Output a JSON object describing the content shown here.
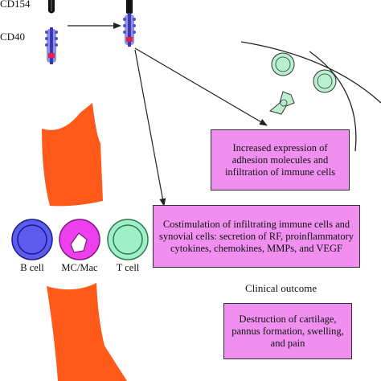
{
  "receptors": {
    "cd154_label": "CD154",
    "cd40_label": "CD40"
  },
  "boxes": {
    "adhesion": "Increased expression of adhesion molecules and infiltration of immune cells",
    "costimulation": "Costimulation of infiltrating immune cells and synovial cells: secretion of RF, proinflammatory cytokines, chemokines, MMPs, and VEGF",
    "outcome": "Destruction of cartilage, pannus formation, swelling, and pain"
  },
  "outcome_heading": "Clinical outcome",
  "cells": [
    {
      "label": "B cell",
      "fill": "#5b5bf0",
      "ring": "#1a1a8c"
    },
    {
      "label": "MC/Mac",
      "fill": "#ee3fee",
      "ring": "#7a1a7a"
    },
    {
      "label": "T cell",
      "fill": "#9ff0c8",
      "ring": "#2d7a52"
    }
  ],
  "colors": {
    "box_fill": "#f08ff0",
    "bone": "#ff5a1a",
    "vessel_cell": "#b8f0d0"
  }
}
